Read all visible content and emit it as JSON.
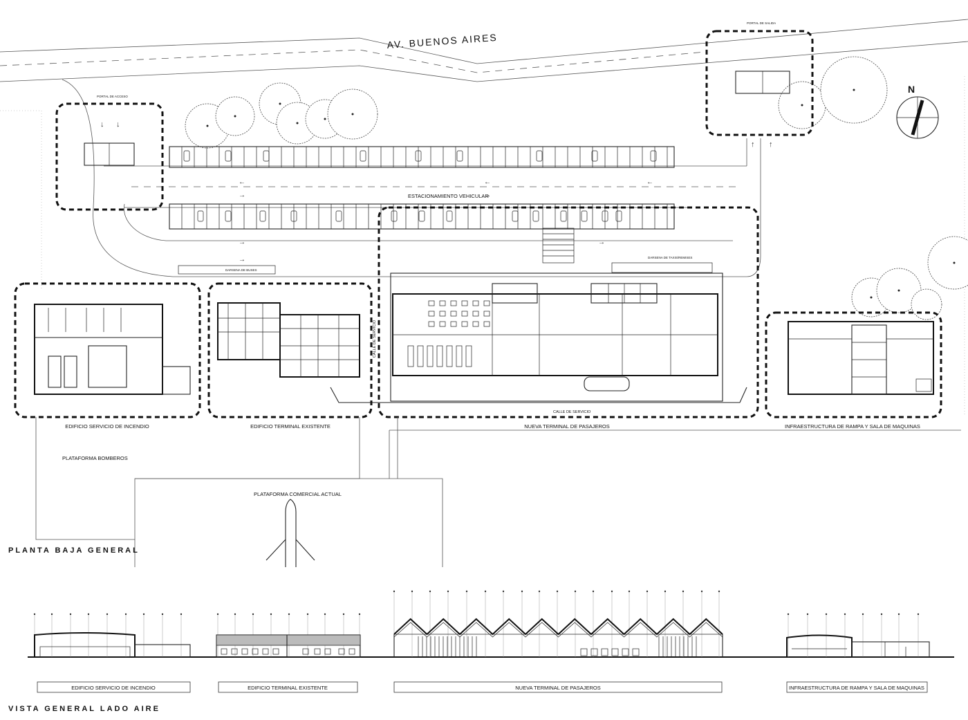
{
  "street_name": "AV. BUENOS AIRES",
  "gates": {
    "entry": "PORTAL DE ACCESO",
    "exit": "PORTAL DE SALIDA"
  },
  "north_label": "N",
  "site_labels": {
    "parking": "ESTACIONAMIENTO VEHICULAR",
    "bus_bay": "DARSENA DE BUSES",
    "taxi_bay": "DARSENA DE TAXIS/REMISES",
    "service_street": "CALLE DE SERVICIO",
    "service_street_vertical": "CALLE DE SERVICIO"
  },
  "zones": [
    {
      "id": "fire",
      "label": "EDIFICIO SERVICIO DE INCENDIO"
    },
    {
      "id": "existing",
      "label": "EDIFICIO TERMINAL EXISTENTE"
    },
    {
      "id": "terminal",
      "label": "NUEVA TERMINAL DE PASAJEROS"
    },
    {
      "id": "ramp",
      "label": "INFRAESTRUCTURA DE RAMPA Y SALA DE MAQUINAS"
    }
  ],
  "platforms": {
    "firefighters": "PLATAFORMA BOMBEROS",
    "commercial": "PLATAFORMA COMERCIAL ACTUAL"
  },
  "plan_title": "PLANTA BAJA GENERAL",
  "elevation_title": "VISTA GENERAL LADO AIRE",
  "elevation_captions": [
    "EDIFICIO SERVICIO DE INCENDIO",
    "EDIFICIO TERMINAL EXISTENTE",
    "NUEVA TERMINAL DE PASAJEROS",
    "INFRAESTRUCTURA DE RAMPA Y SALA DE MAQUINAS"
  ]
}
